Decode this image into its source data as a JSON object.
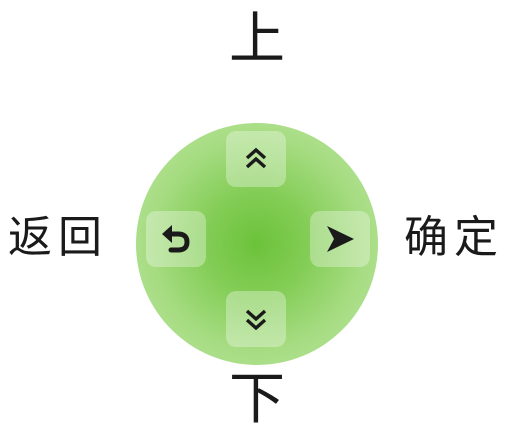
{
  "labels": {
    "up": "上",
    "down": "下",
    "back": "返回",
    "confirm": "确定"
  },
  "icons": {
    "up": "double-chevron-up-icon",
    "down": "double-chevron-down-icon",
    "back": "undo-arrow-icon",
    "confirm": "play-arrow-icon"
  },
  "colors": {
    "pad_center": "#6cc23a",
    "pad_edge": "#bce6a0",
    "icon": "#1a1a1a"
  }
}
